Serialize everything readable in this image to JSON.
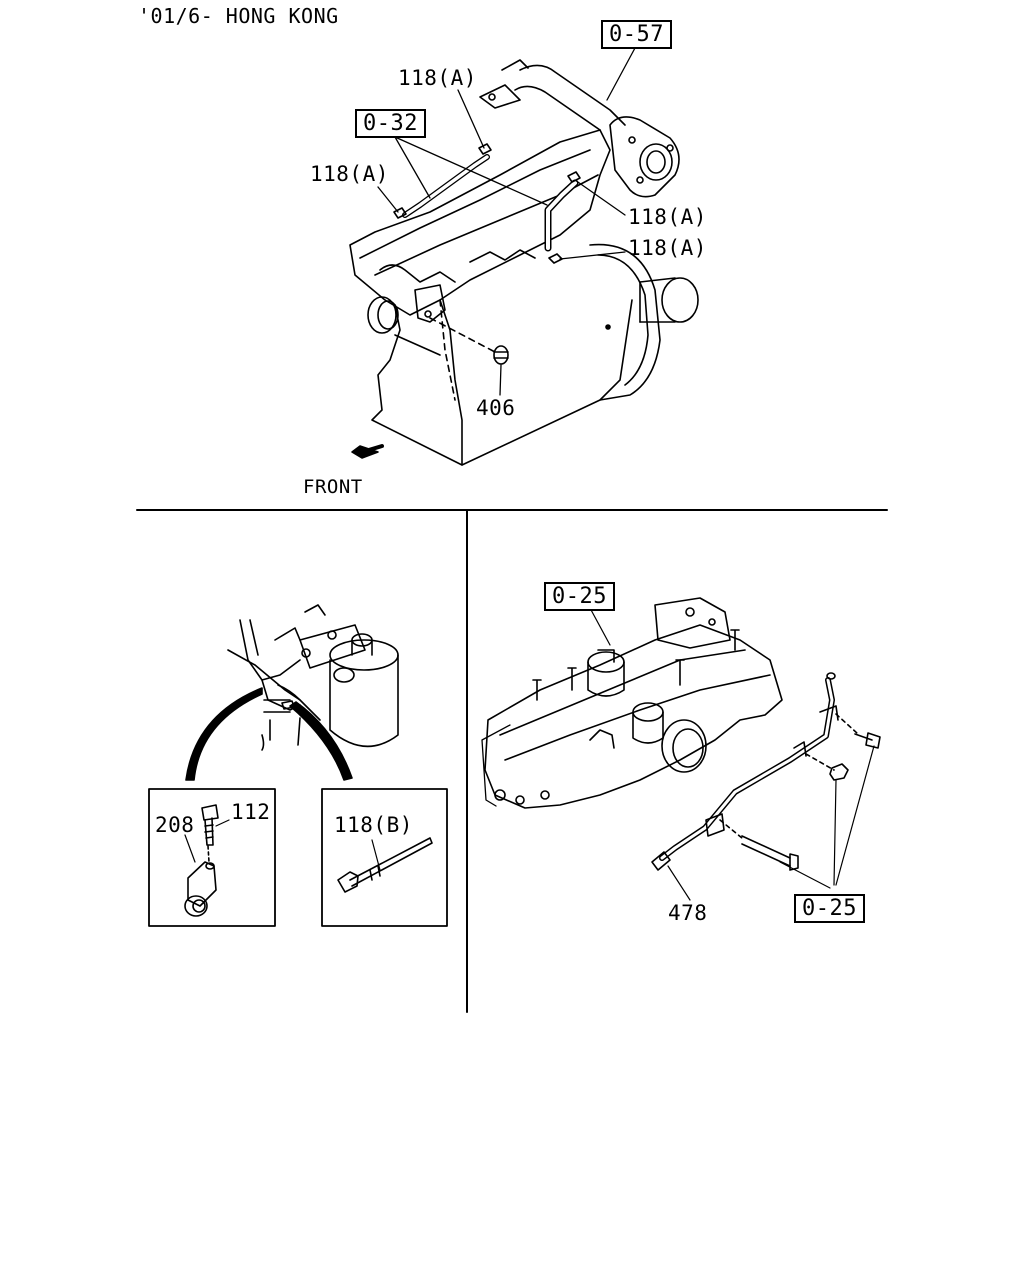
{
  "header": {
    "title": "'01/6- HONG KONG"
  },
  "top_diagram": {
    "refs": [
      "0-57",
      "0-32"
    ],
    "labels": {
      "clip_a_top": "118(A)",
      "clip_a_left": "118(A)",
      "clip_a_right_1": "118(A)",
      "clip_a_right_2": "118(A)",
      "plug": "406"
    },
    "direction_label": "FRONT"
  },
  "left_panel": {
    "bracket_detail": {
      "bracket": "208",
      "bolt": "112"
    },
    "clip_detail": {
      "clip": "118(B)"
    }
  },
  "right_panel": {
    "refs": [
      "0-25",
      "0-25"
    ],
    "labels": {
      "pipe": "478"
    }
  }
}
